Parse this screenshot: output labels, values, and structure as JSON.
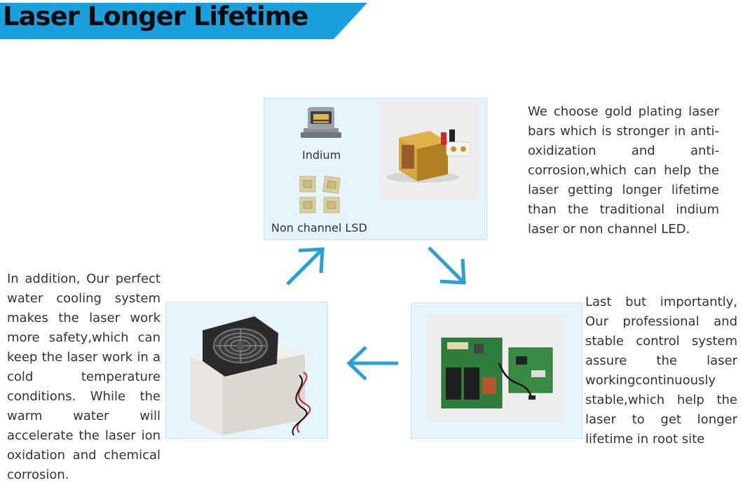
{
  "header": {
    "title": "Laser Longer Lifetime",
    "accent_color": "#1aa0dc"
  },
  "top_panel": {
    "indium_label": "Indium",
    "lsd_label": "Non channel LSD"
  },
  "paragraphs": {
    "right_top": "We choose gold plating laser bars which is stronger in anti-oxidization and anti-corrosion,which can help the laser getting longer lifetime than the traditional indium laser or non channel LED.",
    "left": "In addition, Our perfect water cooling system makes the laser work more safety,which can keep the laser work in a cold temperature conditions. While the warm water will accelerate the laser ion oxidation and chemical corrosion.",
    "right_bottom": "Last but importantly, Our professional and stable control system assure the laser workingcontinuously stable,which help the laser to get longer lifetime in root site"
  },
  "arrows": {
    "color": "#2a9fd8"
  }
}
